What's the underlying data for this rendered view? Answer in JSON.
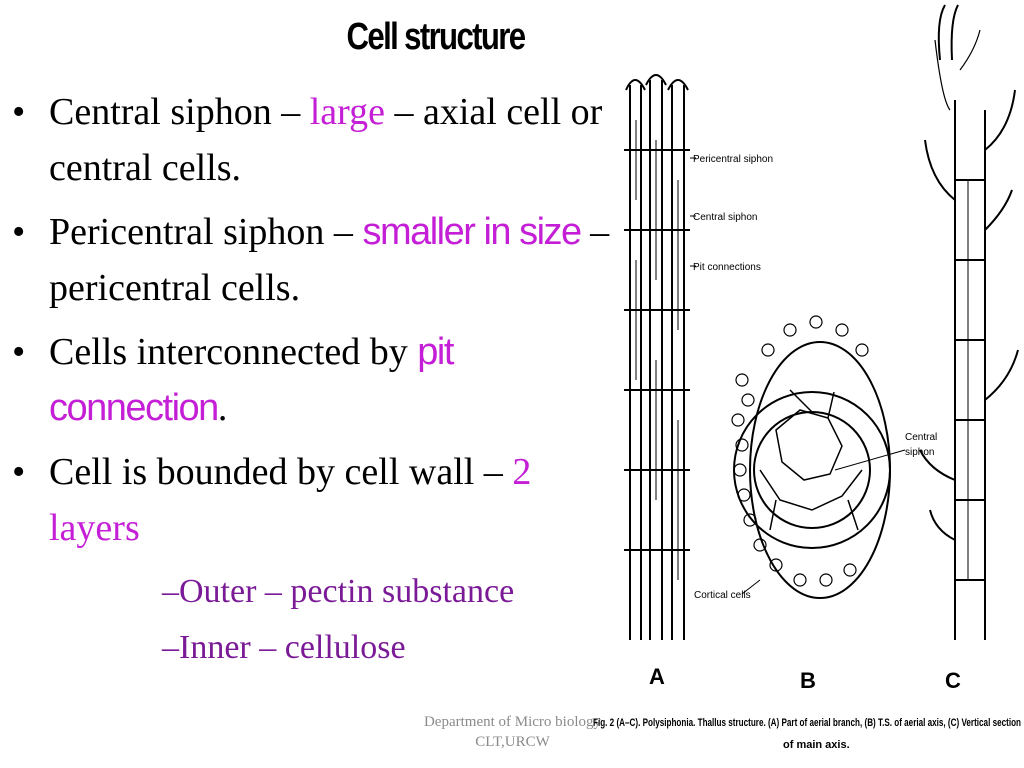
{
  "title": "Cell structure",
  "bullets": [
    {
      "parts": [
        {
          "t": "Central siphon – ",
          "c": ""
        },
        {
          "t": "large",
          "c": "pink"
        },
        {
          "t": " – axial cell or central cells.",
          "c": ""
        }
      ]
    },
    {
      "parts": [
        {
          "t": "Pericentral siphon – ",
          "c": ""
        },
        {
          "t": "smaller in size",
          "c": "pinks"
        },
        {
          "t": " – pericentral cells.",
          "c": ""
        }
      ]
    },
    {
      "parts": [
        {
          "t": "Cells interconnected by ",
          "c": ""
        },
        {
          "t": "pit connection",
          "c": "pinks"
        },
        {
          "t": ".",
          "c": ""
        }
      ]
    },
    {
      "parts": [
        {
          "t": "Cell is bounded by cell wall – ",
          "c": ""
        },
        {
          "t": "2 layers",
          "c": "pink"
        }
      ]
    }
  ],
  "subbullets": [
    {
      "dash": "–",
      "text": "Outer – pectin substance"
    },
    {
      "dash": "–",
      "text": "Inner – cellulose"
    }
  ],
  "footer": {
    "line1": "Department of Micro biology",
    "line2": "CLT,URCW"
  },
  "figure": {
    "labels": {
      "pericentral": "Pericentral siphon",
      "central": "Central siphon",
      "pit": "Pit connections",
      "central_b_1": "Central",
      "central_b_2": "siphon",
      "cortical": "Cortical cells",
      "a": "A",
      "b": "B",
      "c": "C"
    },
    "caption_1": "Fig. 2 (A–C). Polysiphonia. Thallus structure. (A) Part of aerial branch, (B) T.S. of aerial axis, (C) Vertical section",
    "caption_2": "of main axis."
  },
  "colors": {
    "accent": "#c41fd6",
    "sub": "#7a1a96",
    "footer": "#8a8a8a"
  }
}
